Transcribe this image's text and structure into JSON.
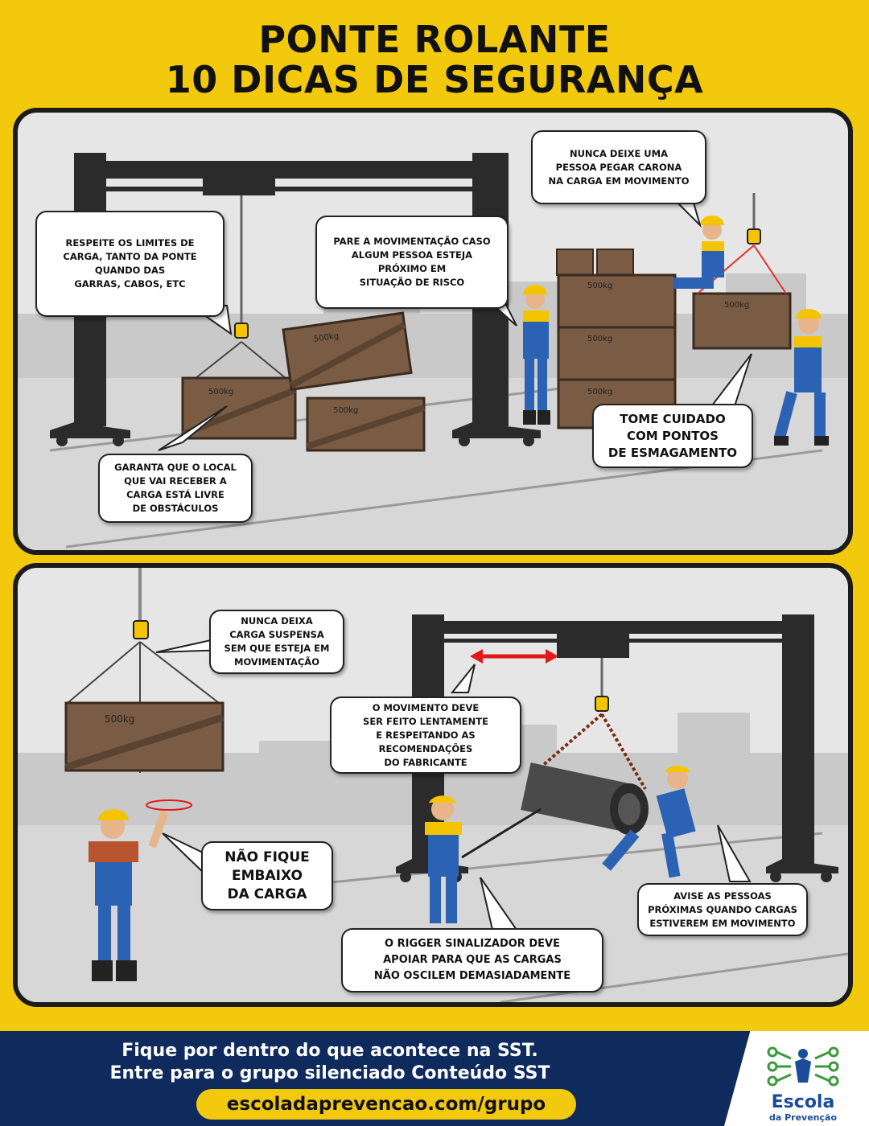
{
  "title": {
    "line1": "PONTE ROLANTE",
    "line2": "10 DICAS DE SEGURANÇA"
  },
  "panel1": {
    "tips": [
      {
        "lines": [
          "RESPEITE OS LIMITES DE",
          "CARGA, TANTO DA PONTE",
          "QUANDO DAS",
          "GARRAS, CABOS, ETC"
        ]
      },
      {
        "lines": [
          "PARE A MOVIMENTAÇÃO CASO",
          "ALGUM PESSOA ESTEJA",
          "PRÓXIMO EM",
          "SITUAÇÃO DE RISCO"
        ]
      },
      {
        "lines": [
          "NUNCA DEIXE UMA",
          "PESSOA PEGAR CARONA",
          "NA CARGA EM MOVIMENTO"
        ]
      },
      {
        "lines": [
          "GARANTA QUE O LOCAL",
          "QUE VAI RECEBER A",
          "CARGA ESTÁ LIVRE",
          "DE OBSTÁCULOS"
        ]
      },
      {
        "lines": [
          "TOME CUIDADO",
          "COM PONTOS",
          "DE ESMAGAMENTO"
        ]
      }
    ],
    "box_label": "500kg"
  },
  "panel2": {
    "tips": [
      {
        "lines": [
          "NUNCA DEIXA",
          "CARGA SUSPENSA",
          "SEM QUE ESTEJA EM",
          "MOVIMENTAÇÃO"
        ]
      },
      {
        "lines": [
          "O MOVIMENTO DEVE",
          "SER FEITO LENTAMENTE",
          "E RESPEITANDO AS",
          "RECOMENDAÇÕES",
          "DO FABRICANTE"
        ]
      },
      {
        "lines": [
          "NÃO FIQUE",
          "EMBAIXO",
          "DA CARGA"
        ]
      },
      {
        "lines": [
          "AVISE AS PESSOAS",
          "PRÓXIMAS QUANDO CARGAS",
          "ESTIVEREM EM MOVIMENTO"
        ]
      },
      {
        "lines": [
          "O RIGGER SINALIZADOR DEVE",
          "APOIAR PARA QUE AS CARGAS",
          "NÃO OSCILEM DEMASIADAMENTE"
        ]
      }
    ],
    "box_label": "500kg"
  },
  "footer": {
    "line1": "Fique por dentro do que acontece na SST.",
    "line2": "Entre para o grupo silenciado Conteúdo SST",
    "url": "escoladaprevencao.com/grupo",
    "logo_name": "Escola",
    "logo_sub": "da Prevenção"
  },
  "colors": {
    "background": "#f3c90e",
    "footer": "#0f2a5c",
    "crane": "#2b2b2b",
    "crate": "#7a5c44",
    "worker_overall": "#2c62b3",
    "helmet": "#f5c400",
    "arrow": "#e01919"
  }
}
